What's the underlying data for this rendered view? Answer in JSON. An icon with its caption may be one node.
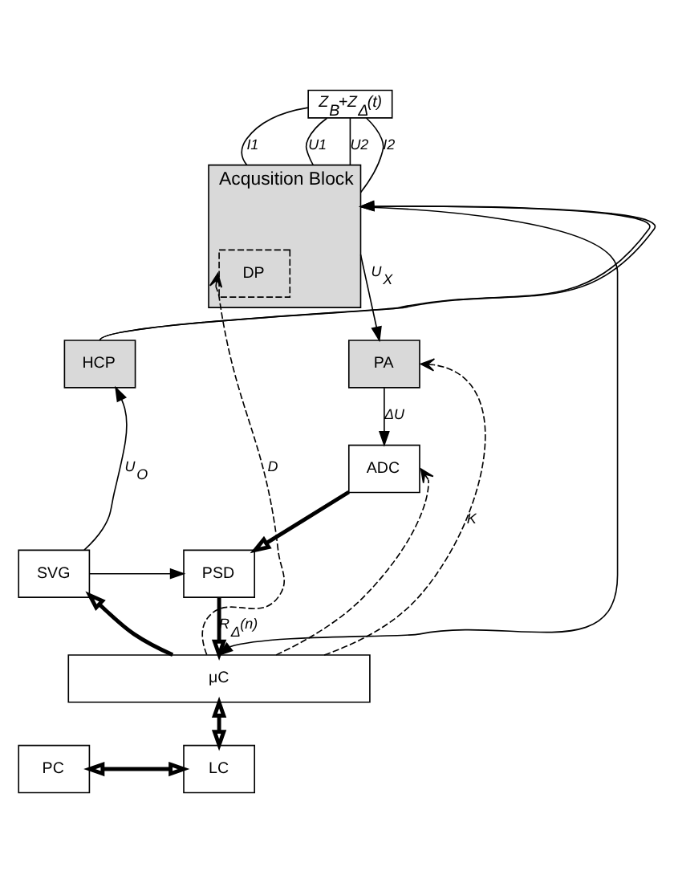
{
  "diagram": {
    "nodes": [
      {
        "text": [
          "Z$_{B}$+Z$_{Δ}$(t)"
        ]
      },
      {
        "text": [
          "Acqusition Block"
        ]
      },
      {
        "text": [
          "DP"
        ],
        "in": 1
      },
      {
        "text": [
          "HCP"
        ]
      },
      {
        "text": [
          "PA"
        ]
      },
      {
        "text": [
          "ADC"
        ]
      },
      {
        "text": [
          "SVG"
        ]
      },
      {
        "text": [
          "PSD"
        ]
      },
      {
        "text": [
          "μC"
        ]
      },
      {
        "text": [
          "PC"
        ]
      },
      {
        "text": [
          "LC"
        ]
      }
    ],
    "edges": [
      {
        "from": 0,
        "to": 1,
        "arrow": "none",
        "label": "I1"
      },
      {
        "from": 0,
        "to": 1,
        "arrow": "none",
        "label": "U1"
      },
      {
        "from": 0,
        "to": 1,
        "arrow": "none",
        "label": "U2"
      },
      {
        "from": 0,
        "to": 1,
        "arrow": "none",
        "label": "I2"
      },
      {
        "from": 3,
        "to": 1,
        "arrow": "to"
      },
      {
        "from": 3,
        "to": 1,
        "arrow": "to"
      },
      {
        "from": 1,
        "to": 4,
        "arrow": "to",
        "label": "U$_{X}$"
      },
      {
        "from": 1,
        "to": 8,
        "arrow": "to"
      },
      {
        "from": 4,
        "to": 5,
        "arrow": "to",
        "label": "ΔU"
      },
      {
        "from": 5,
        "to": 7,
        "arrow": "to",
        "style": "thick"
      },
      {
        "from": 7,
        "to": 8,
        "arrow": "to",
        "style": "thick",
        "label": "R$_{Δ}$(n)"
      },
      {
        "from": 6,
        "to": 3,
        "arrow": "to",
        "label": "U$_{O}$"
      },
      {
        "from": 6,
        "to": 7,
        "arrow": "to"
      },
      {
        "from": 8,
        "to": 6,
        "arrow": "to",
        "style": "thick"
      },
      {
        "from": 8,
        "to": 2,
        "arrow": "to",
        "style": "dashed",
        "label": "D"
      },
      {
        "from": 8,
        "to": 4,
        "arrow": "to",
        "style": "dashed",
        "label": "K"
      },
      {
        "from": 8,
        "to": 5,
        "arrow": "to",
        "style": "dashed"
      },
      {
        "from": 8,
        "to": 10,
        "arrow": "both",
        "style": "thick"
      },
      {
        "from": 9,
        "to": 10,
        "arrow": "both",
        "style": "thick"
      }
    ]
  }
}
